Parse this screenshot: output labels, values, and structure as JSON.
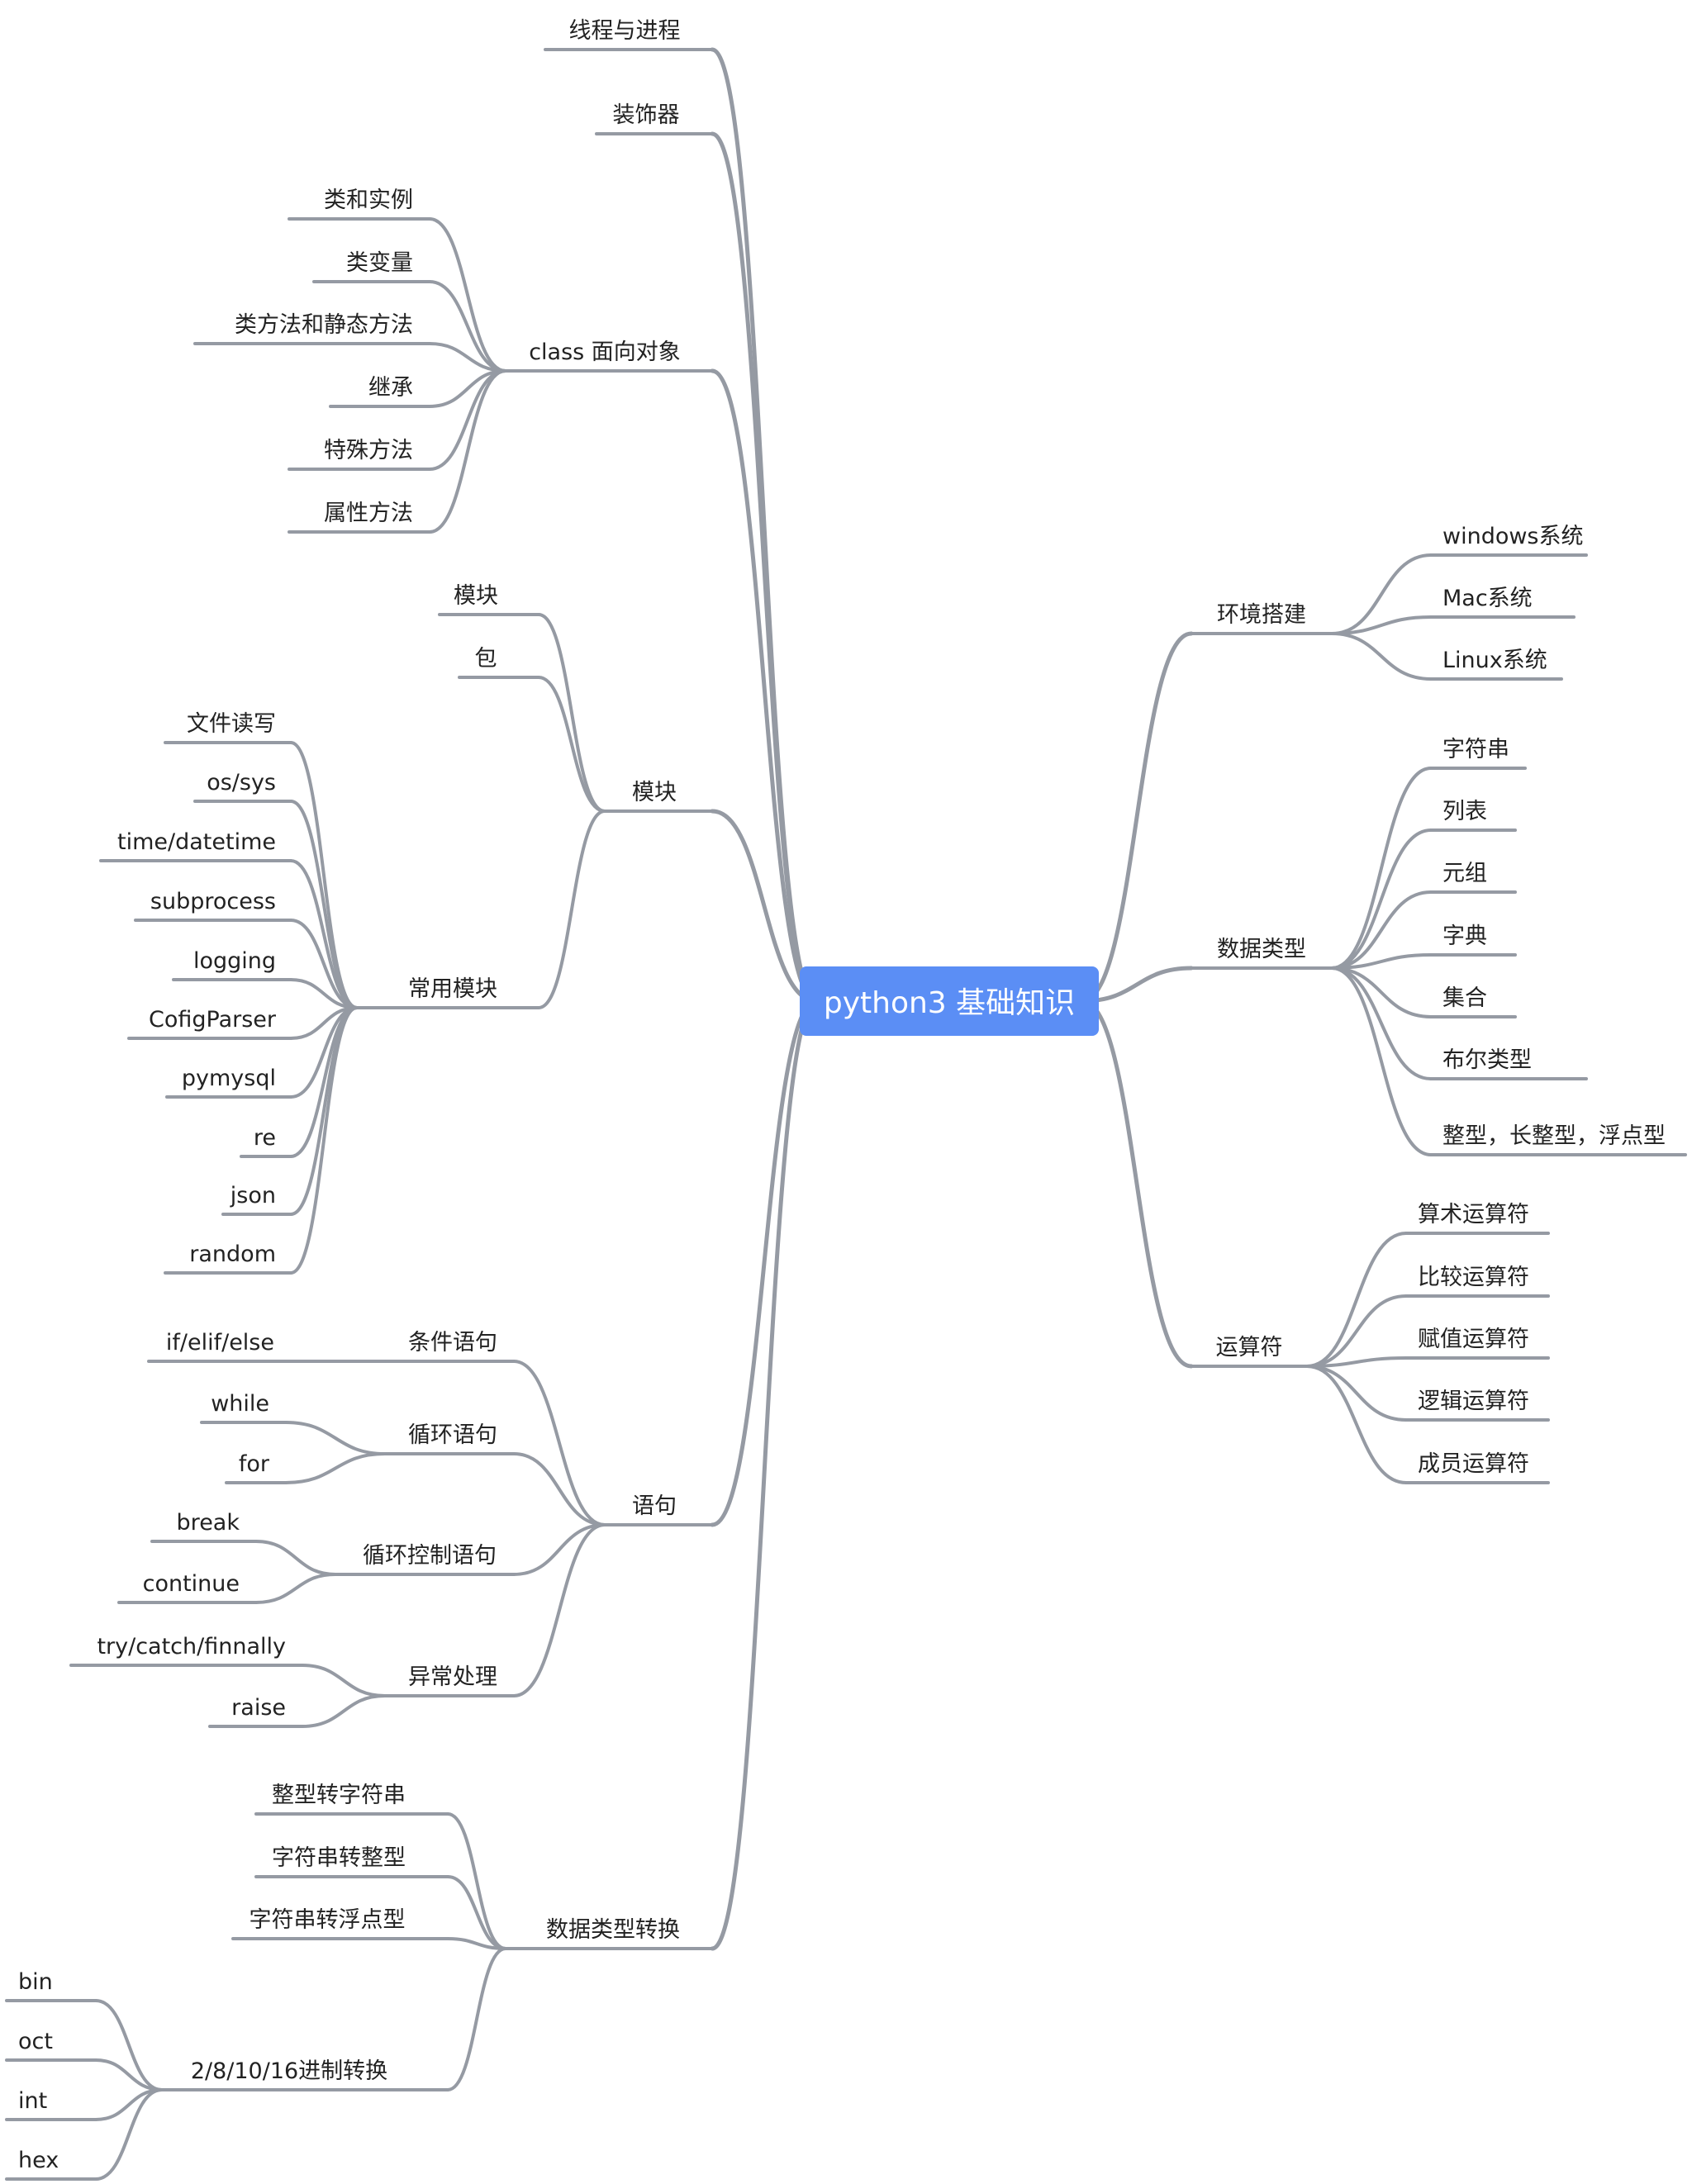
{
  "colors": {
    "line": "#959aa3",
    "root_fill": "#5b8ef5",
    "root_text": "#ffffff",
    "text": "#222222"
  },
  "root": {
    "label": "python3 基础知识"
  },
  "right": [
    {
      "id": "env",
      "label": "环境搭建",
      "children": [
        "windows系统",
        "Mac系统",
        "Linux系统"
      ]
    },
    {
      "id": "types",
      "label": "数据类型",
      "children": [
        "字符串",
        "列表",
        "元组",
        "字典",
        "集合",
        "布尔类型",
        "整型，长整型，浮点型"
      ]
    },
    {
      "id": "ops",
      "label": "运算符",
      "children": [
        "算术运算符",
        "比较运算符",
        "赋值运算符",
        "逻辑运算符",
        "成员运算符"
      ]
    }
  ],
  "left": [
    {
      "id": "thread",
      "label": "线程与进程",
      "children": []
    },
    {
      "id": "deco",
      "label": "装饰器",
      "children": []
    },
    {
      "id": "oop",
      "label": "class 面向对象",
      "children": [
        "类和实例",
        "类变量",
        "类方法和静态方法",
        "继承",
        "特殊方法",
        "属性方法"
      ]
    },
    {
      "id": "module",
      "label": "模块",
      "children": [
        {
          "label": "模块",
          "children": []
        },
        {
          "label": "包",
          "children": []
        },
        {
          "label": "常用模块",
          "children": [
            "文件读写",
            "os/sys",
            "time/datetime",
            "subprocess",
            "logging",
            "CofigParser",
            "pymysql",
            "re",
            "json",
            "random"
          ]
        }
      ]
    },
    {
      "id": "stmt",
      "label": "语句",
      "children": [
        {
          "label": "条件语句",
          "children": [
            "if/elif/else"
          ]
        },
        {
          "label": "循环语句",
          "children": [
            "while",
            "for"
          ]
        },
        {
          "label": "循环控制语句",
          "children": [
            "break",
            "continue"
          ]
        },
        {
          "label": "异常处理",
          "children": [
            "try/catch/finnally",
            "raise"
          ]
        }
      ]
    },
    {
      "id": "conv",
      "label": "数据类型转换",
      "children": [
        {
          "label": "整型转字符串",
          "children": []
        },
        {
          "label": "字符串转整型",
          "children": []
        },
        {
          "label": "字符串转浮点型",
          "children": []
        },
        {
          "label": "2/8/10/16进制转换",
          "children": [
            "bin",
            "oct",
            "int",
            "hex"
          ]
        }
      ]
    }
  ]
}
